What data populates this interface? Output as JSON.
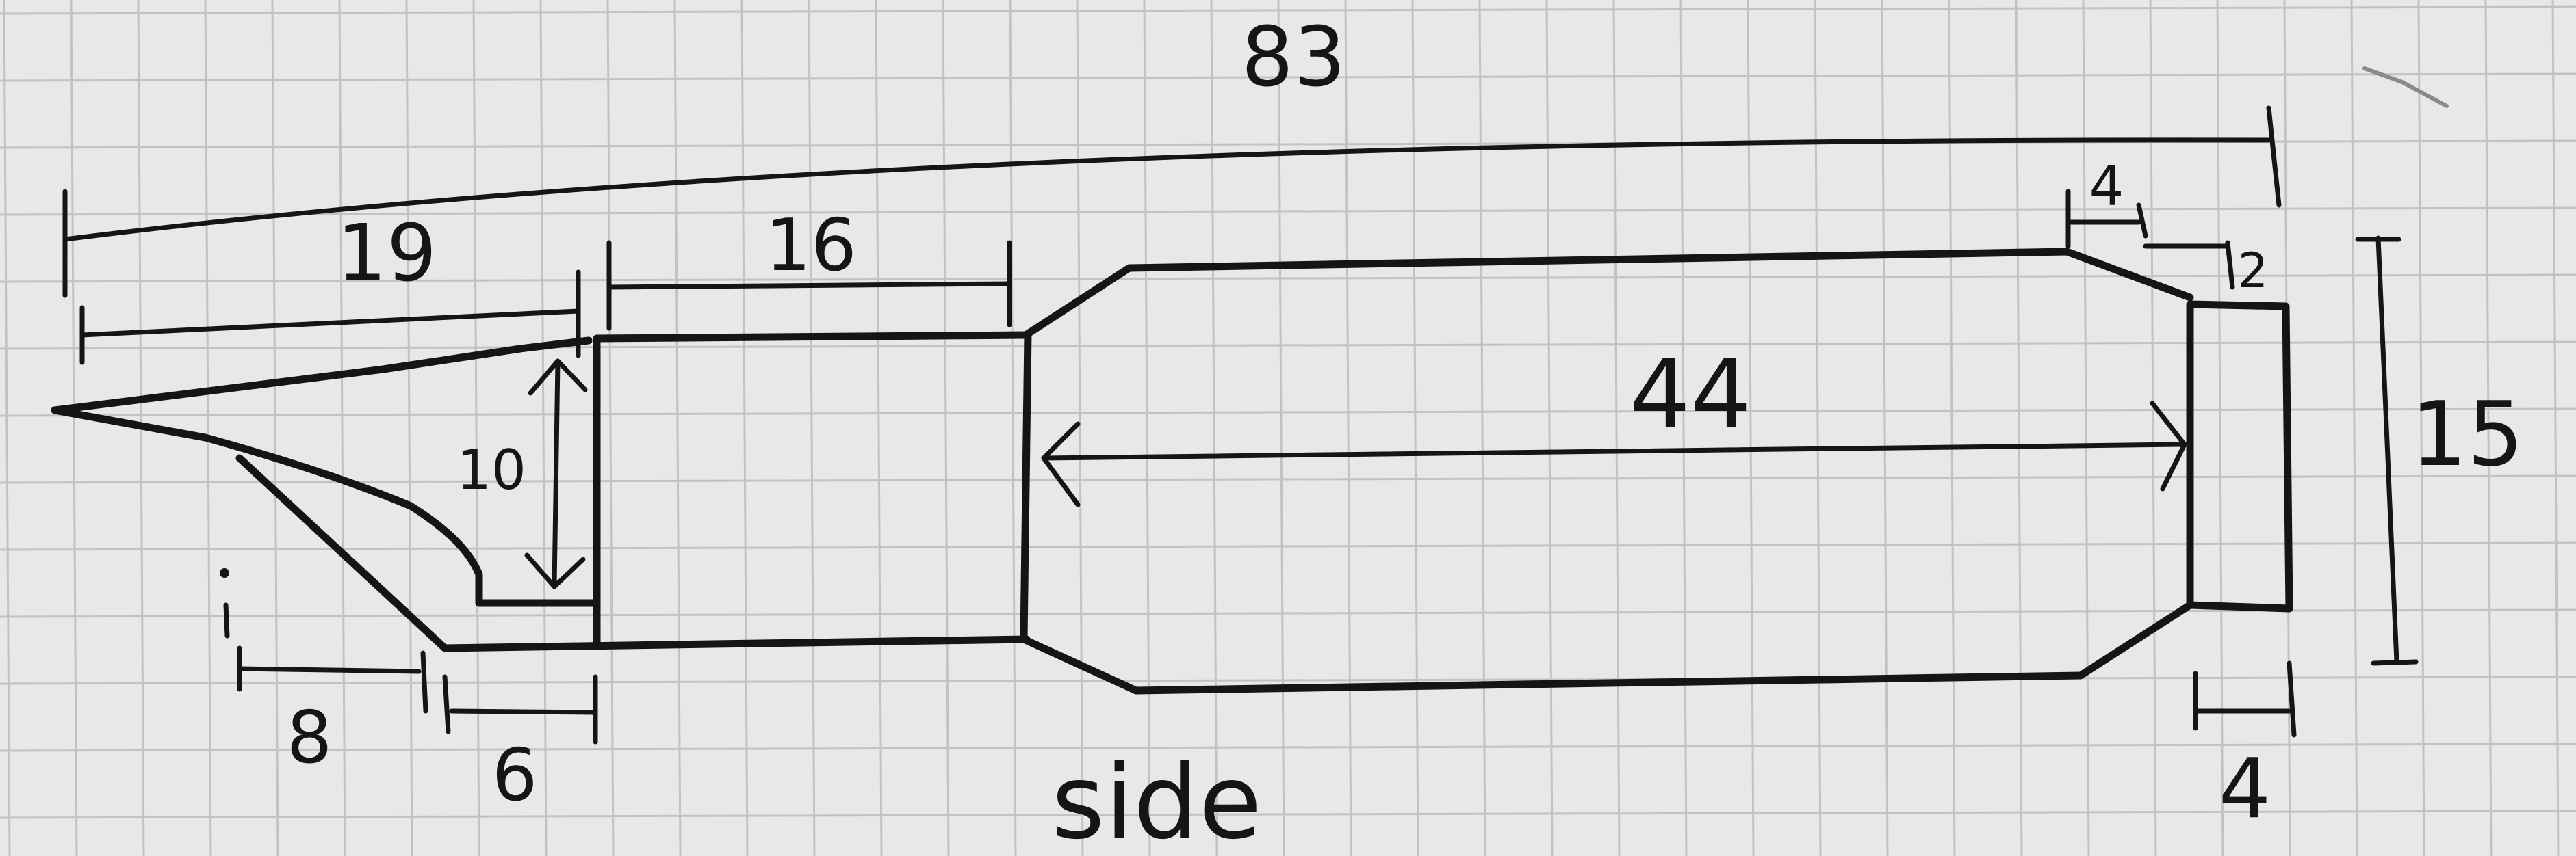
{
  "dimensions": {
    "overall": "83",
    "front_section": "19",
    "middle_section": "16",
    "body_length": "44",
    "front_height": "10",
    "overall_height": "15",
    "rear_step_width": "4",
    "rear_step_height": "2",
    "rear_tail_width": "4",
    "lower_offset": "8",
    "lower_base": "6"
  },
  "view_label": "side",
  "colors": {
    "paper": "#e9e8e6",
    "grid": "#c2c2c2",
    "ink": "#151515"
  }
}
